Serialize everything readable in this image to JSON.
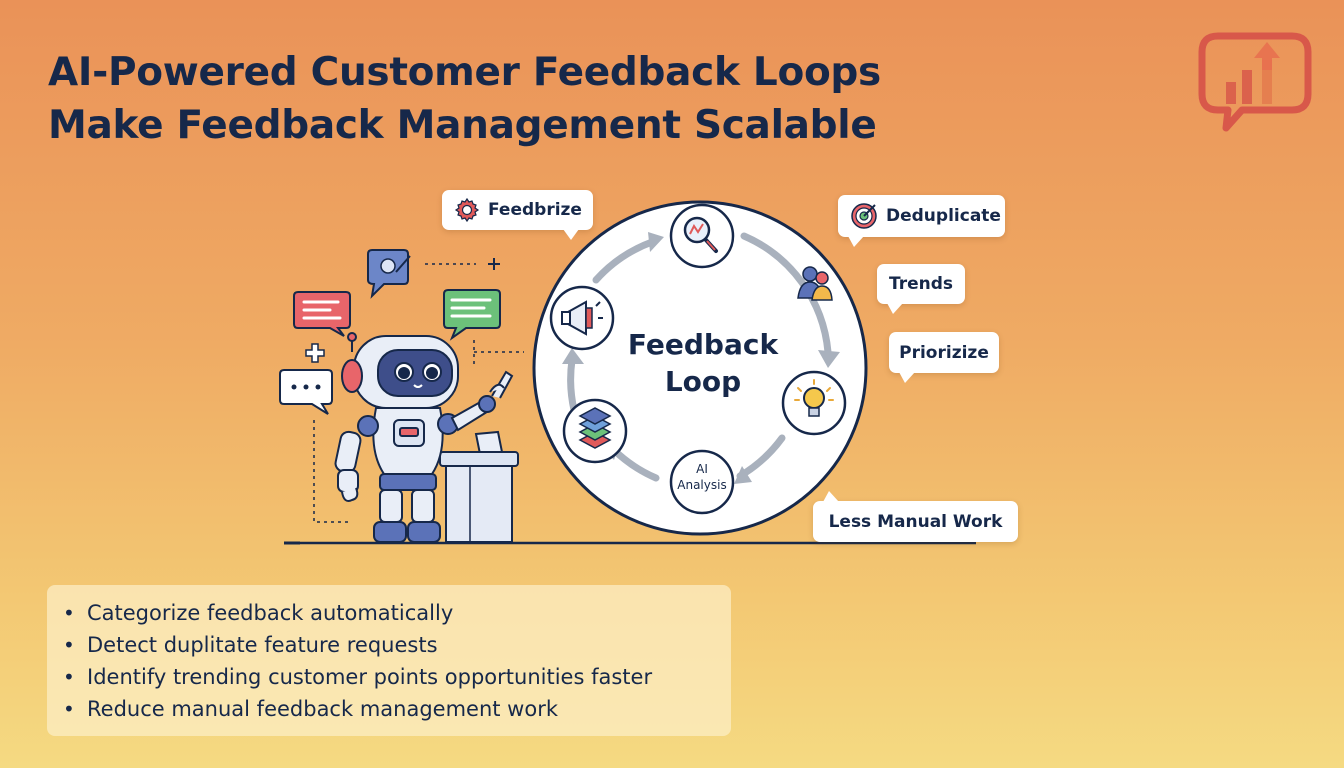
{
  "title": {
    "line1": "AI-Powered Customer Feedback Loops",
    "line2": "Make Feedback Management Scalable"
  },
  "logo": {
    "icon": "chart-speech-bubble-icon",
    "color": "#D8584A"
  },
  "diagram": {
    "center_line1": "Feedback",
    "center_line2": "Loop",
    "ai_node_line1": "AI",
    "ai_node_line2": "Analysis",
    "ring_nodes": [
      {
        "icon": "magnifier-data-icon"
      },
      {
        "icon": "lightbulb-icon"
      },
      {
        "icon": "ai-analysis-icon"
      },
      {
        "icon": "stacked-layers-icon"
      },
      {
        "icon": "megaphone-icon"
      }
    ],
    "callouts": [
      {
        "label": "Feedbrize",
        "icon": "gear-icon"
      },
      {
        "label": "Deduplicate",
        "icon": "target-icon"
      },
      {
        "label": "Trends",
        "icon": ""
      },
      {
        "label": "Priorizize",
        "icon": ""
      },
      {
        "label": "Less Manual Work",
        "icon": ""
      }
    ],
    "side_icon": "users-group-icon"
  },
  "bullets": [
    "Categorize feedback automatically",
    "Detect duplitate feature requests",
    "Identify trending customer points opportunities faster",
    "Reduce manual feedback management work"
  ],
  "colors": {
    "navy": "#16284A",
    "arrow_gray": "#A9B1BD",
    "robot_blue": "#5B72B8",
    "bubble_red": "#E8656A",
    "bubble_green": "#6CC17A"
  }
}
